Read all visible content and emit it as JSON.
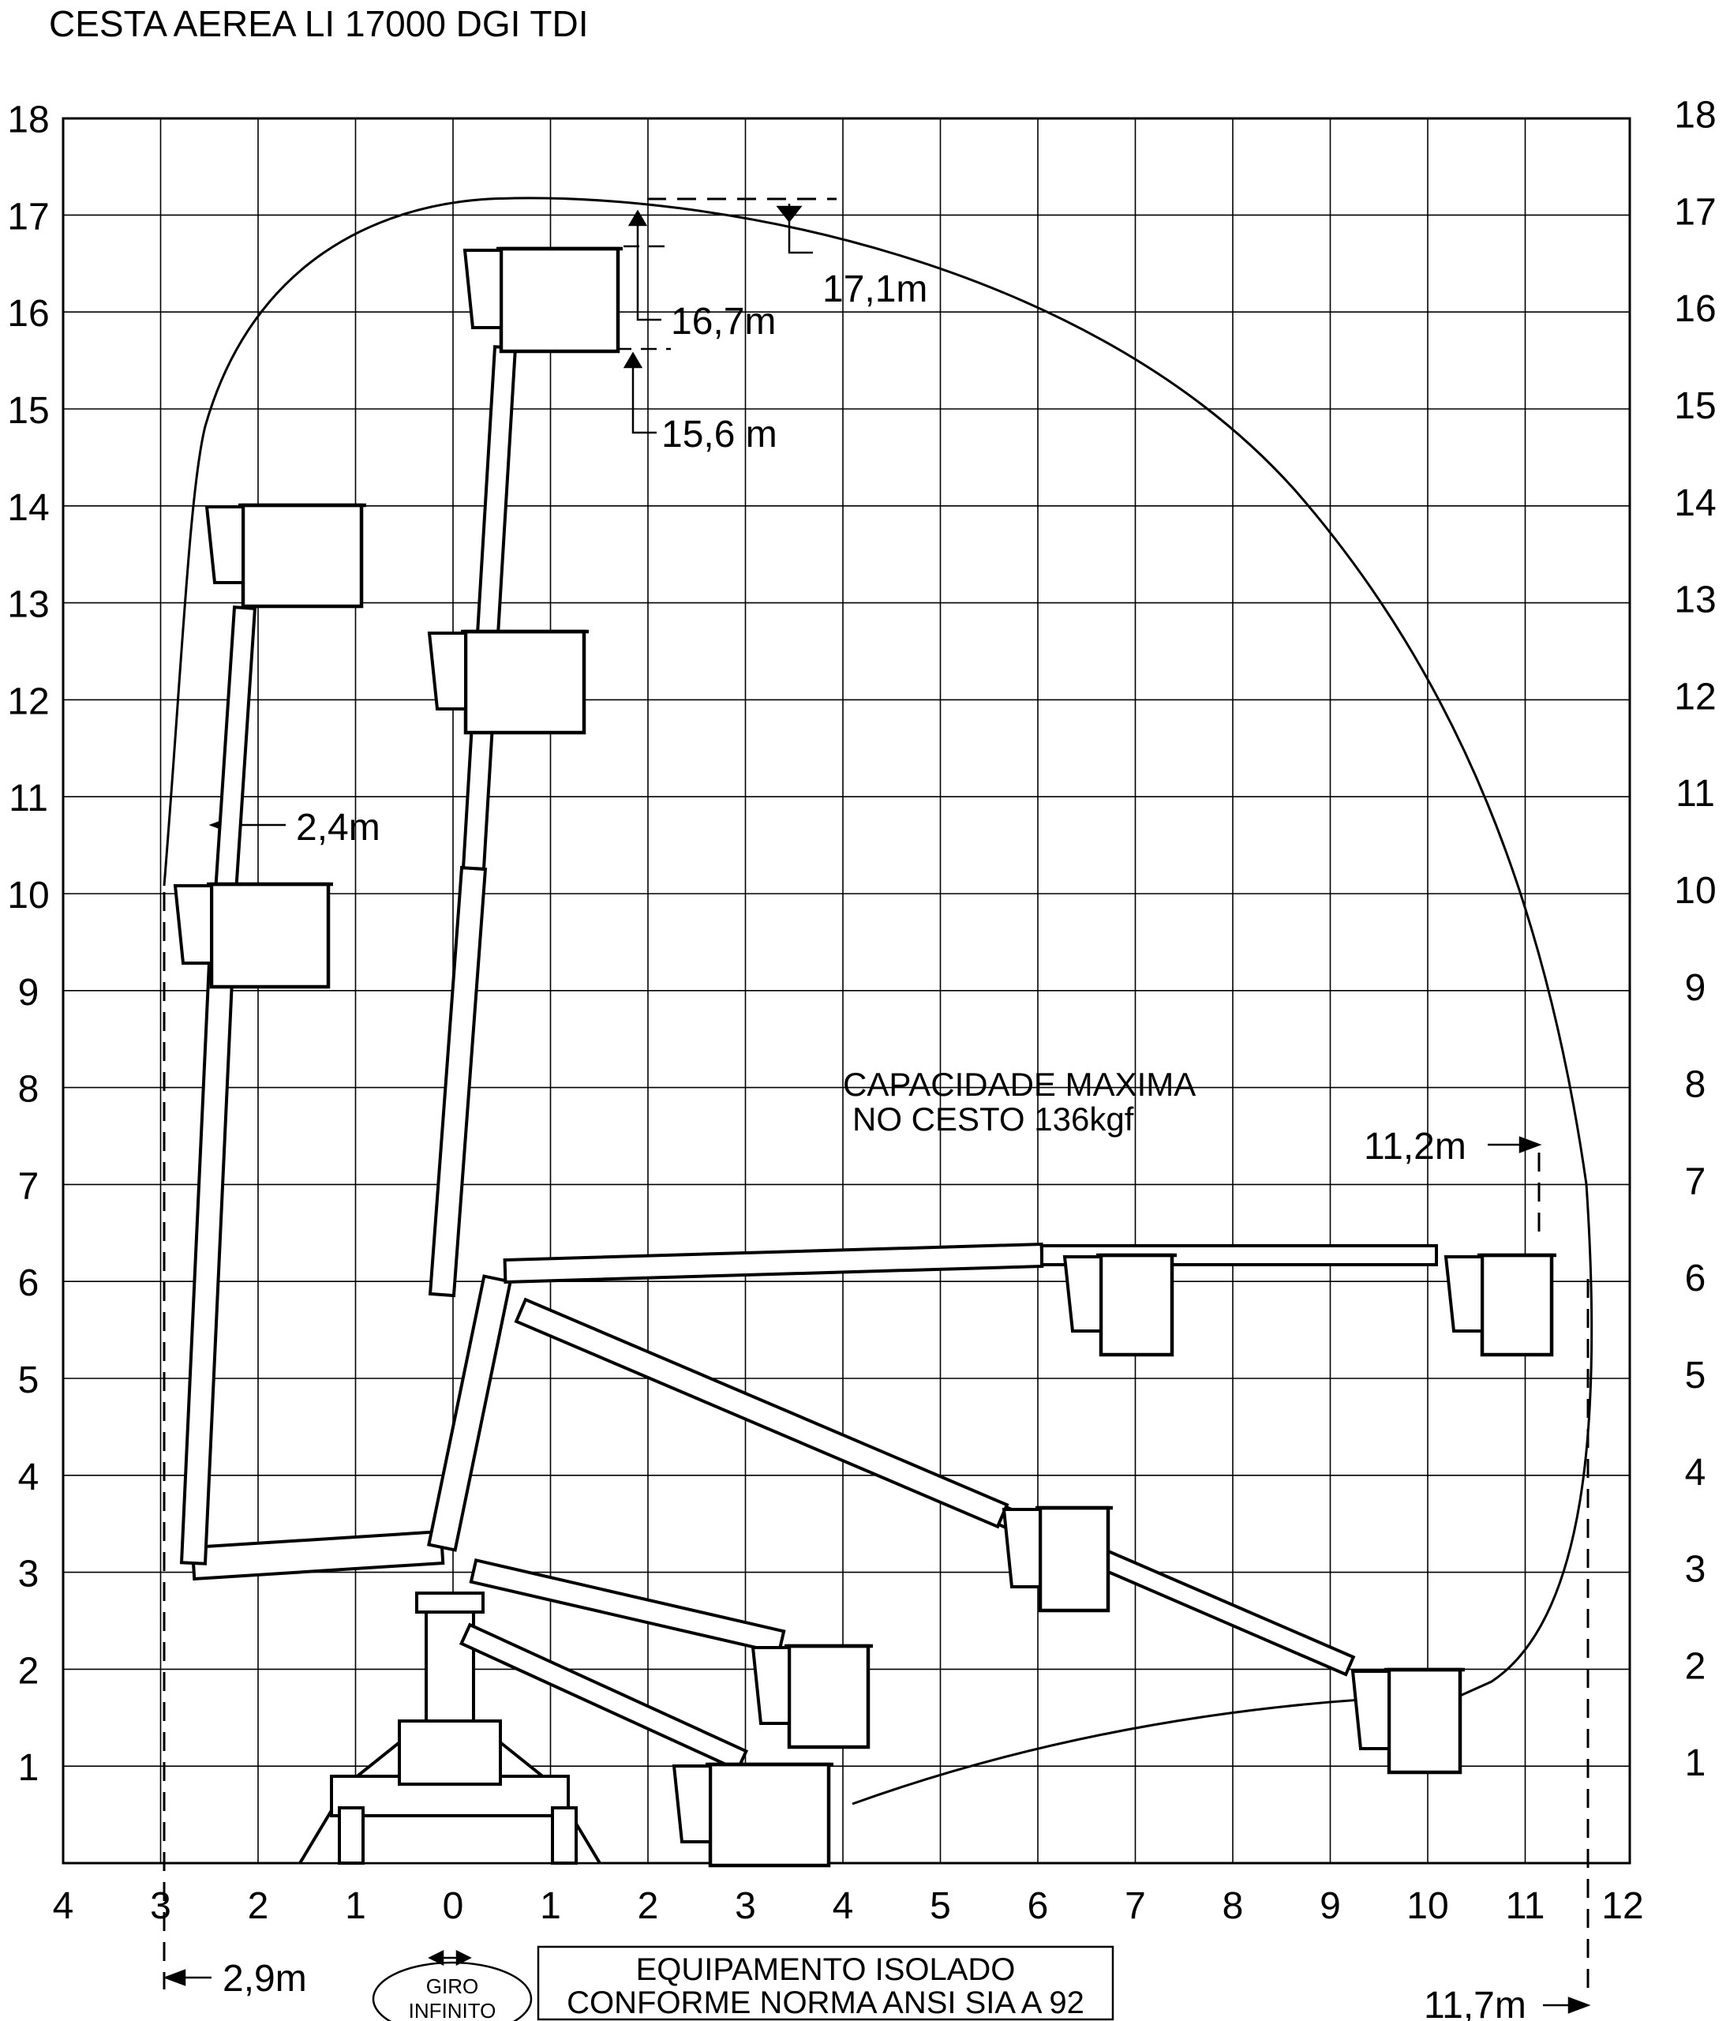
{
  "title": "CESTA AEREA  LI 17000 DGI TDI",
  "axes": {
    "x_ticks": [
      "4",
      "3",
      "2",
      "1",
      "0",
      "1",
      "2",
      "3",
      "4",
      "5",
      "6",
      "7",
      "8",
      "9",
      "10",
      "11",
      "12"
    ],
    "y_ticks": [
      "1",
      "2",
      "3",
      "4",
      "5",
      "6",
      "7",
      "8",
      "9",
      "10",
      "11",
      "12",
      "13",
      "14",
      "15",
      "16",
      "17",
      "18"
    ]
  },
  "dimensions": {
    "max_height": "17,1m",
    "basket_top": "16,7m",
    "basket_floor": "15,6 m",
    "near_clearance": "2,4m",
    "horizontal_reach": "11,2m",
    "rear_reach": "2,9m",
    "max_reach": "11,7m"
  },
  "capacity": {
    "line1": "CAPACIDADE MAXIMA",
    "line2": "NO CESTO 136kgf"
  },
  "rotation_label": {
    "line1": "GIRO",
    "line2": "INFINITO"
  },
  "insulation_box": {
    "line1": "EQUIPAMENTO ISOLADO",
    "line2": "CONFORME NORMA ANSI SIA A 92"
  }
}
